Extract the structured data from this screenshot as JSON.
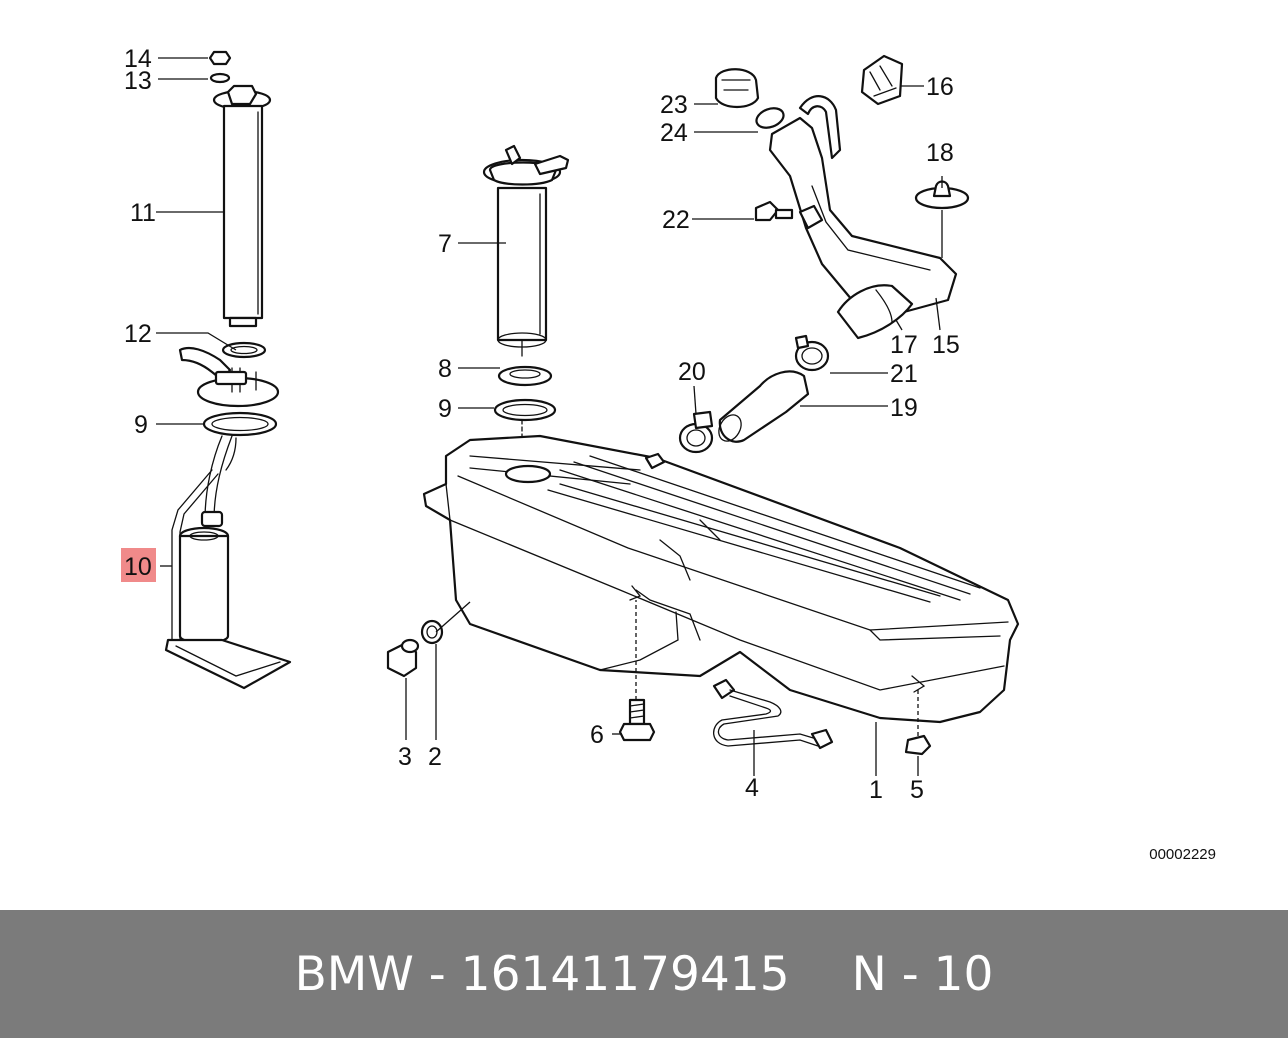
{
  "diagram": {
    "callouts": {
      "c1": "1",
      "c2": "2",
      "c3": "3",
      "c4": "4",
      "c5": "5",
      "c6": "6",
      "c7": "7",
      "c8": "8",
      "c9a": "9",
      "c9b": "9",
      "c10": "10",
      "c11": "11",
      "c12": "12",
      "c13": "13",
      "c14": "14",
      "c15": "15",
      "c16": "16",
      "c17": "17",
      "c18": "18",
      "c19": "19",
      "c20": "20",
      "c21": "21",
      "c22": "22",
      "c23": "23",
      "c24": "24"
    },
    "highlighted_callout": "10",
    "highlight_color": "#f08a8a",
    "drawing_code": "00002229"
  },
  "footer": {
    "brand": "BMW - 16141179415",
    "position": "N - 10",
    "background": "#7b7b7b",
    "text_color": "#ffffff"
  }
}
